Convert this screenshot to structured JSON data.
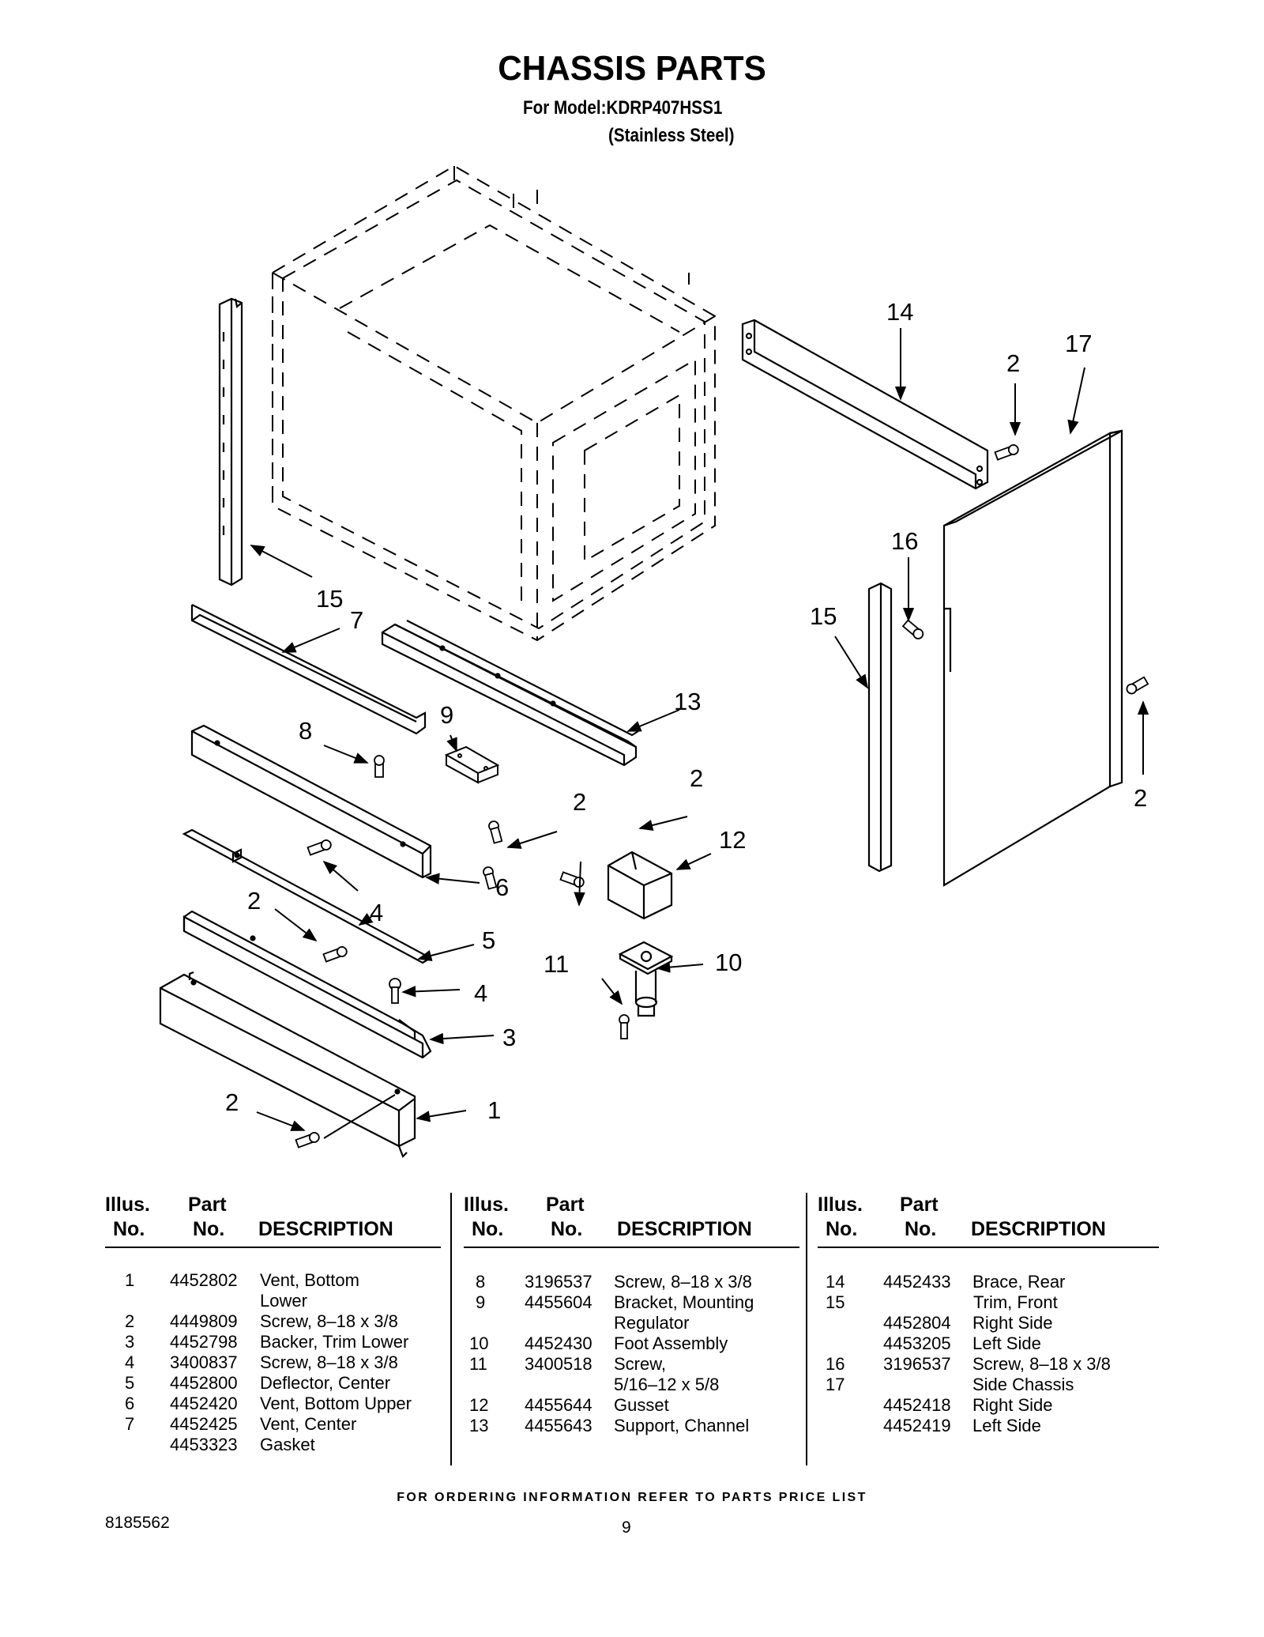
{
  "header": {
    "title": "CHASSIS PARTS",
    "model_line": "For Model:KDRP407HSS1",
    "finish_line": "(Stainless Steel)"
  },
  "callouts": [
    "1",
    "2",
    "3",
    "4",
    "5",
    "6",
    "7",
    "8",
    "9",
    "10",
    "11",
    "12",
    "13",
    "14",
    "15",
    "16",
    "17"
  ],
  "table": {
    "headers": {
      "illus_line1": "Illus.",
      "illus_line2": "No.",
      "part_line1": "Part",
      "part_line2": "No.",
      "description": "DESCRIPTION"
    },
    "columns": [
      [
        {
          "illus": "1",
          "part": "4452802",
          "desc": "Vent, Bottom"
        },
        {
          "illus": "",
          "part": "",
          "desc": "Lower"
        },
        {
          "illus": "2",
          "part": "4449809",
          "desc": "Screw, 8–18 x 3/8"
        },
        {
          "illus": "3",
          "part": "4452798",
          "desc": "Backer, Trim Lower"
        },
        {
          "illus": "4",
          "part": "3400837",
          "desc": "Screw, 8–18 x 3/8"
        },
        {
          "illus": "5",
          "part": "4452800",
          "desc": "Deflector, Center"
        },
        {
          "illus": "6",
          "part": "4452420",
          "desc": "Vent, Bottom Upper"
        },
        {
          "illus": "7",
          "part": "4452425",
          "desc": "Vent, Center"
        },
        {
          "illus": "",
          "part": "4453323",
          "desc": "Gasket"
        }
      ],
      [
        {
          "illus": "8",
          "part": "3196537",
          "desc": "Screw, 8–18 x 3/8"
        },
        {
          "illus": "9",
          "part": "4455604",
          "desc": "Bracket, Mounting"
        },
        {
          "illus": "",
          "part": "",
          "desc": "Regulator"
        },
        {
          "illus": "10",
          "part": "4452430",
          "desc": "Foot Assembly"
        },
        {
          "illus": "11",
          "part": "3400518",
          "desc": "Screw,"
        },
        {
          "illus": "",
          "part": "",
          "desc": "5/16–12 x 5/8"
        },
        {
          "illus": "12",
          "part": "4455644",
          "desc": "Gusset"
        },
        {
          "illus": "13",
          "part": "4455643",
          "desc": "Support, Channel"
        }
      ],
      [
        {
          "illus": "14",
          "part": "4452433",
          "desc": "Brace, Rear"
        },
        {
          "illus": "15",
          "part": "",
          "desc": "Trim, Front"
        },
        {
          "illus": "",
          "part": "4452804",
          "desc": "Right Side"
        },
        {
          "illus": "",
          "part": "4453205",
          "desc": "Left Side"
        },
        {
          "illus": "16",
          "part": "3196537",
          "desc": "Screw, 8–18 x 3/8"
        },
        {
          "illus": "17",
          "part": "",
          "desc": "Side Chassis"
        },
        {
          "illus": "",
          "part": "4452418",
          "desc": "Right Side"
        },
        {
          "illus": "",
          "part": "4452419",
          "desc": "Left Side"
        }
      ]
    ]
  },
  "footer": {
    "ordering_note": "FOR ORDERING INFORMATION REFER TO PARTS PRICE LIST",
    "document_number": "8185562",
    "page_number": "9"
  }
}
